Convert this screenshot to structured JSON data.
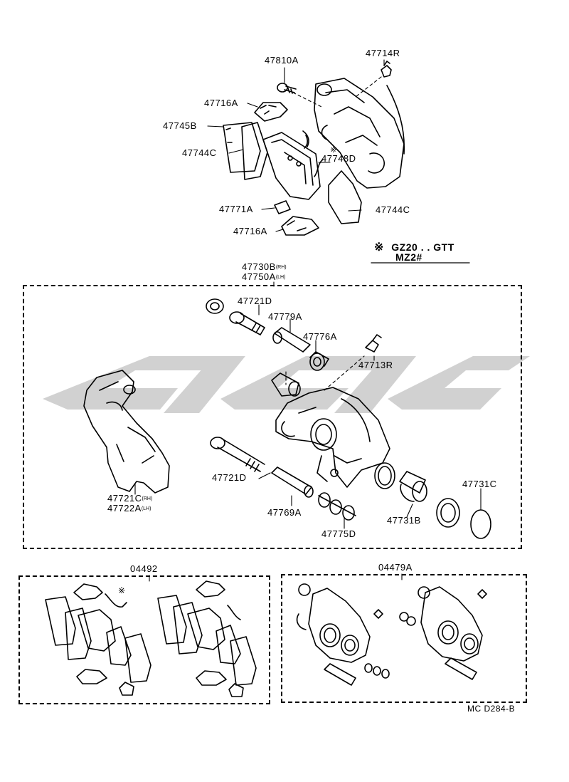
{
  "watermark": "GSS",
  "labels": {
    "p47810A": "47810A",
    "p47714R": "47714R",
    "p47716A_top": "47716A",
    "p47745B": "47745B",
    "p47744C_left": "47744C",
    "p47748D": "47748D",
    "p47771A": "47771A",
    "p47744C_right": "47744C",
    "p47716A_bottom": "47716A",
    "p47730B": "47730B",
    "p47730B_suffix": "(RH)",
    "p47750A": "47750A",
    "p47750A_suffix": "(LH)",
    "p47721D_top": "47721D",
    "p47779A": "47779A",
    "p47776A": "47776A",
    "p47713R": "47713R",
    "p47721C": "47721C",
    "p47721C_suffix": "(RH)",
    "p47722A": "47722A",
    "p47722A_suffix": "(LH)",
    "p47721D_bottom": "47721D",
    "p47769A": "47769A",
    "p47775D": "47775D",
    "p47731B": "47731B",
    "p47731C": "47731C",
    "p04492": "04492",
    "p04479A": "04479A"
  },
  "note": {
    "mark": "※",
    "line1": "GZ20 . . GTT",
    "line2": "MZ2#"
  },
  "mark_symbol": "※",
  "footer": "MC D284-B"
}
